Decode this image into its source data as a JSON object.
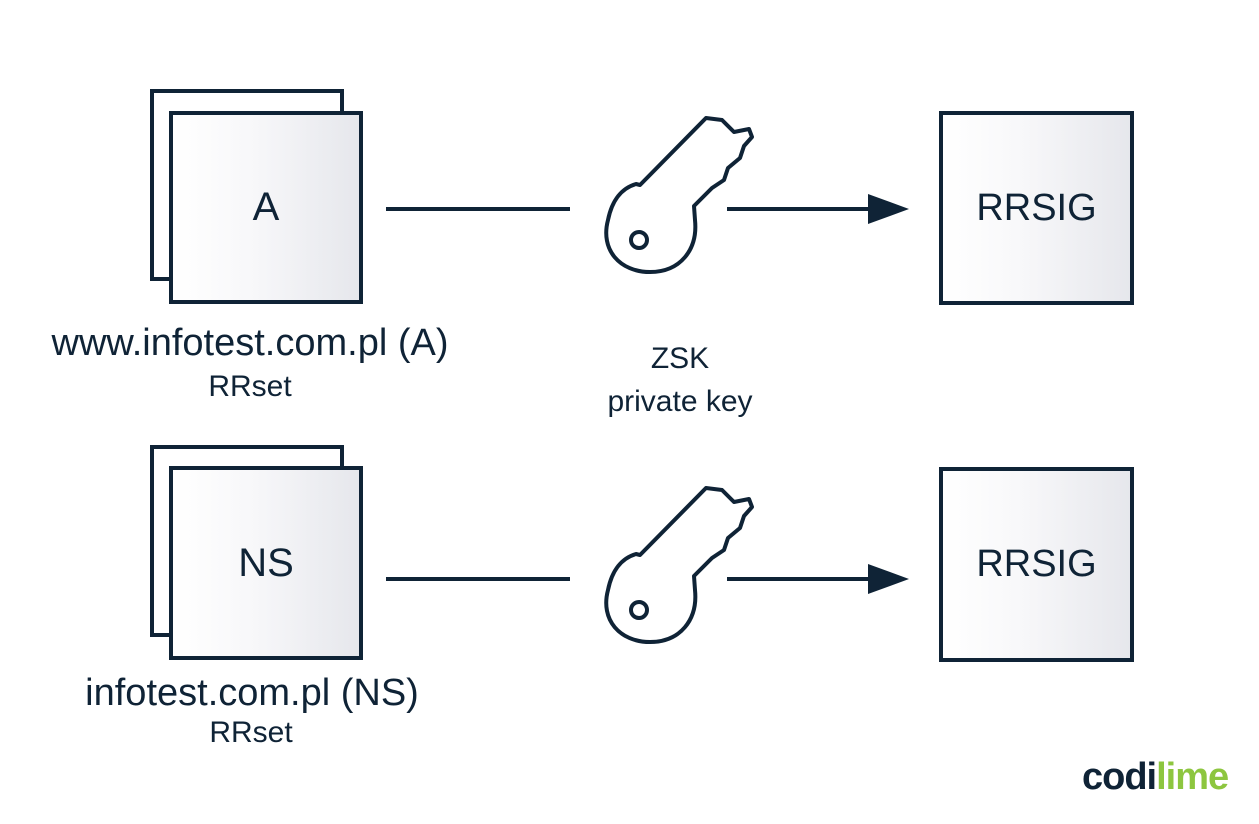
{
  "rows": [
    {
      "record_type": "A",
      "rrset_name": "www.infotest.com.pl (A)",
      "rrset_sub": "RRset",
      "output": "RRSIG"
    },
    {
      "record_type": "NS",
      "rrset_name": "infotest.com.pl (NS)",
      "rrset_sub": "RRset",
      "output": "RRSIG"
    }
  ],
  "key_label": {
    "line1": "ZSK",
    "line2": "private key"
  },
  "logo": {
    "part1": "codi",
    "part2": "lime",
    "color_dark": "#0f2336",
    "color_accent": "#8dc63f"
  },
  "colors": {
    "stroke": "#0f2336",
    "box_gradient_end": "#e6e7ec"
  },
  "icons": [
    "document-stack-icon",
    "key-icon",
    "arrow-right-icon"
  ]
}
